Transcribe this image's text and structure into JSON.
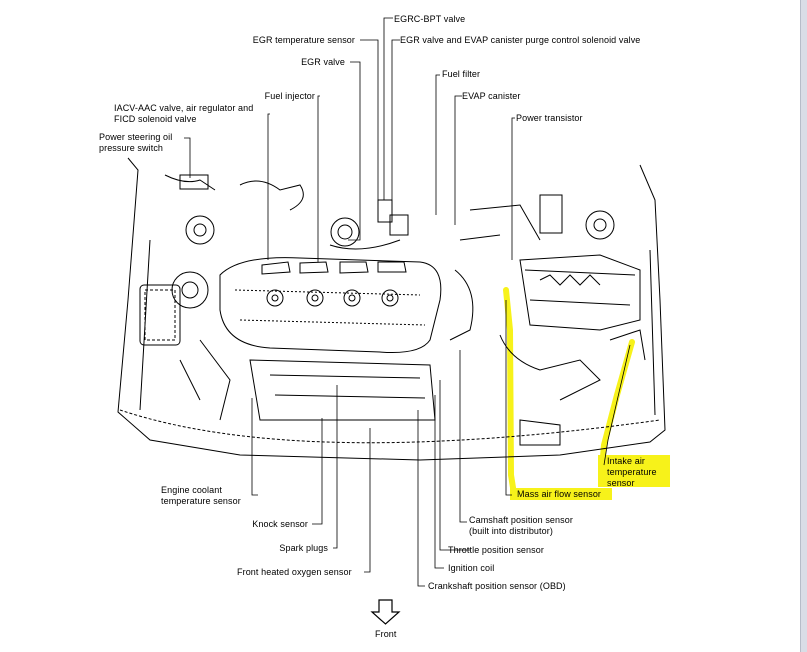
{
  "labels_top": {
    "egrc_bpt_valve": "EGRC-BPT valve",
    "egr_temp_sensor": "EGR temperature sensor",
    "egr_valve_evap_solenoid": "EGR valve and EVAP canister purge control solenoid valve",
    "egr_valve": "EGR valve",
    "fuel_filter": "Fuel filter",
    "fuel_injector": "Fuel injector",
    "evap_canister": "EVAP canister",
    "iacv_aac_valve": "IACV-AAC valve, air regulator and\nFICD solenoid valve",
    "power_transistor": "Power transistor",
    "power_steering_switch": "Power steering oil\npressure switch"
  },
  "labels_bottom": {
    "engine_coolant_temp_sensor": "Engine coolant\ntemperature sensor",
    "knock_sensor": "Knock sensor",
    "spark_plugs": "Spark plugs",
    "front_heated_oxygen_sensor": "Front heated oxygen sensor",
    "camshaft_position_sensor": "Camshaft position sensor\n(built into distributor)",
    "throttle_position_sensor": "Throttle position sensor",
    "ignition_coil": "Ignition coil",
    "crankshaft_position_sensor": "Crankshaft position sensor (OBD)",
    "front": "Front"
  },
  "highlighted": {
    "mass_air_flow_sensor": "Mass air flow sensor",
    "intake_air_temp_sensor": "Intake air\ntemperature\nsensor"
  },
  "colors": {
    "highlight": "#f7f21a",
    "line": "#000000"
  },
  "icons": {
    "front_arrow": "down-arrow-icon"
  }
}
